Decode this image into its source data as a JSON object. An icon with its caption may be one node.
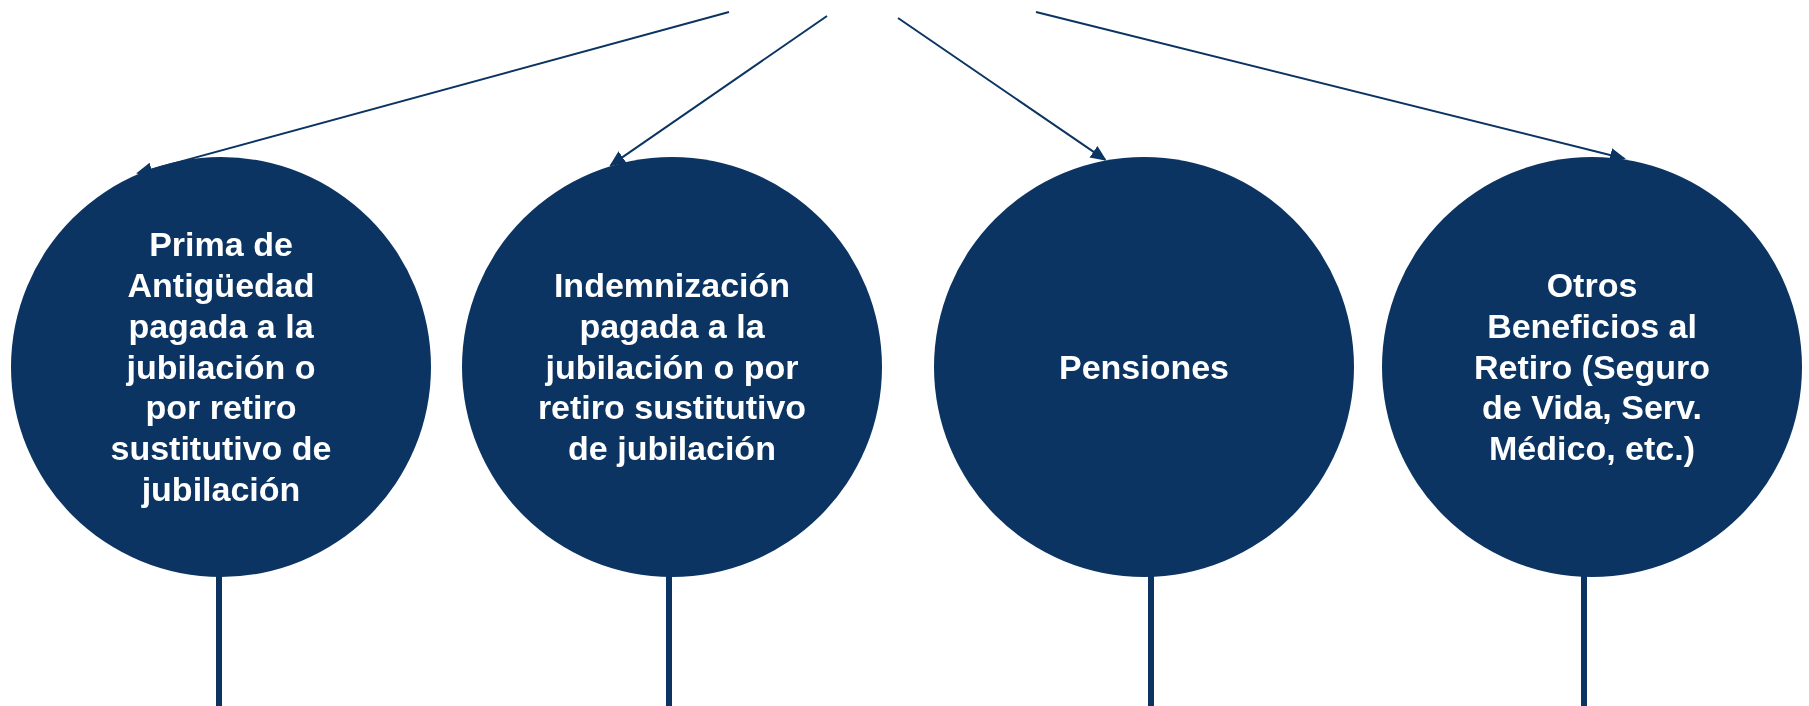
{
  "diagram": {
    "nodes": [
      {
        "text": [
          "Prima de Antigüedad pagada a la jubilación o por retiro sustitutivo de jubilación"
        ]
      },
      {
        "text": [
          "Indemnización pagada a la jubilación o por retiro sustitutivo de jubilación"
        ]
      },
      {
        "text": [
          "Pensiones"
        ]
      },
      {
        "text": [
          "Otros Beneficios al Retiro (Seguro de Vida, Serv. Médico, etc.)"
        ]
      }
    ],
    "edges": [
      {
        "from": null,
        "to": 0,
        "arrow": "to"
      },
      {
        "from": null,
        "to": 1,
        "arrow": "to"
      },
      {
        "from": null,
        "to": 2,
        "arrow": "to"
      },
      {
        "from": null,
        "to": 3,
        "arrow": "to"
      },
      {
        "from": 0,
        "to": null,
        "arrow": "none",
        "style": "thick"
      },
      {
        "from": 1,
        "to": null,
        "arrow": "none",
        "style": "thick"
      },
      {
        "from": 2,
        "to": null,
        "arrow": "none",
        "style": "thick"
      },
      {
        "from": 3,
        "to": null,
        "arrow": "none",
        "style": "thick"
      }
    ]
  }
}
